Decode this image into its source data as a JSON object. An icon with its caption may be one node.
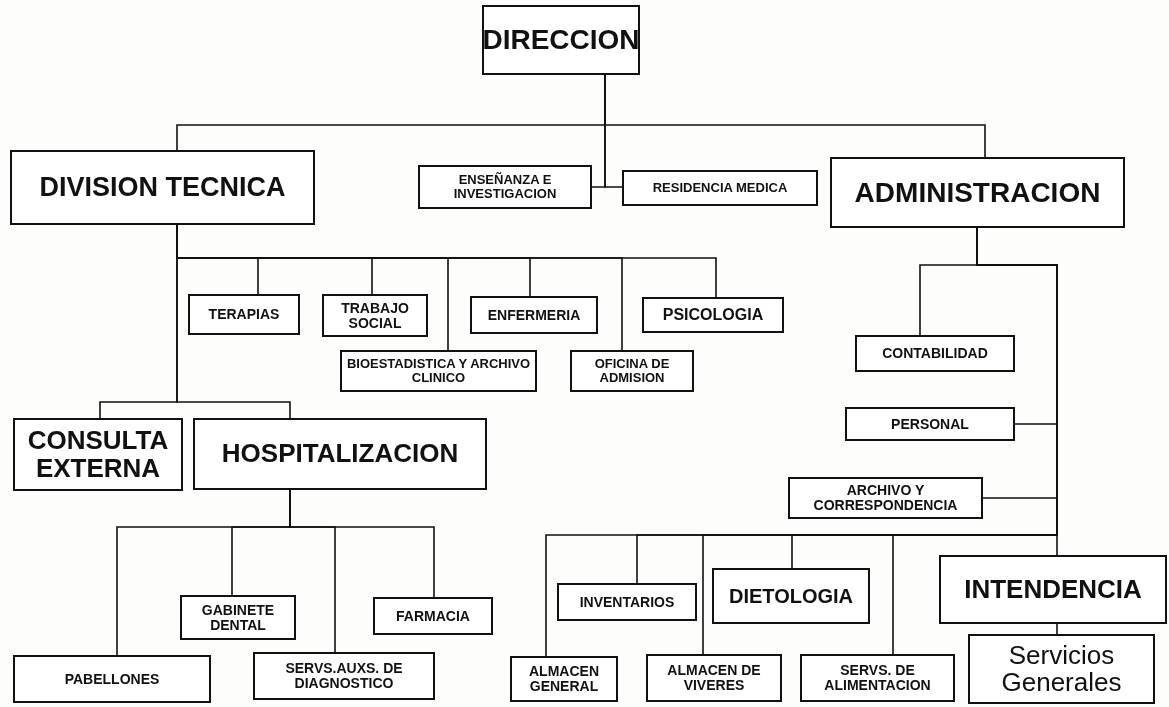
{
  "diagram": {
    "nodes": [
      {
        "text": [
          "DIRECCION"
        ]
      },
      {
        "text": [
          "DIVISION TECNICA"
        ]
      },
      {
        "text": [
          "ENSEÑANZA E INVESTIGACION"
        ]
      },
      {
        "text": [
          "RESIDENCIA MEDICA"
        ]
      },
      {
        "text": [
          "ADMINISTRACION"
        ]
      },
      {
        "text": [
          "TERAPIAS"
        ]
      },
      {
        "text": [
          "TRABAJO SOCIAL"
        ]
      },
      {
        "text": [
          "ENFERMERIA"
        ]
      },
      {
        "text": [
          "PSICOLOGIA"
        ]
      },
      {
        "text": [
          "BIOESTADISTICA Y ARCHIVO CLINICO"
        ]
      },
      {
        "text": [
          "OFICINA DE ADMISION"
        ]
      },
      {
        "text": [
          "CONTABILIDAD"
        ]
      },
      {
        "text": [
          "PERSONAL"
        ]
      },
      {
        "text": [
          "CONSULTA EXTERNA"
        ]
      },
      {
        "text": [
          "HOSPITALIZACION"
        ]
      },
      {
        "text": [
          "ARCHIVO Y CORRESPONDENCIA"
        ]
      },
      {
        "text": [
          "GABINETE DENTAL"
        ]
      },
      {
        "text": [
          "FARMACIA"
        ]
      },
      {
        "text": [
          "INVENTARIOS"
        ]
      },
      {
        "text": [
          "DIETOLOGIA"
        ]
      },
      {
        "text": [
          "INTENDENCIA"
        ]
      },
      {
        "text": [
          "PABELLONES"
        ]
      },
      {
        "text": [
          "SERVS.AUXS. DE DIAGNOSTICO"
        ]
      },
      {
        "text": [
          "ALMACEN GENERAL"
        ]
      },
      {
        "text": [
          "ALMACEN DE VIVERES"
        ]
      },
      {
        "text": [
          "SERVS. DE ALIMENTACION"
        ]
      },
      {
        "text": [
          "Servicios Generales"
        ]
      }
    ],
    "edges": [
      {
        "from": 0,
        "to": 1,
        "arrow": "none"
      },
      {
        "from": 0,
        "to": 2,
        "arrow": "none"
      },
      {
        "from": 0,
        "to": 3,
        "arrow": "none"
      },
      {
        "from": 0,
        "to": 4,
        "arrow": "none"
      },
      {
        "from": 1,
        "to": 5,
        "arrow": "none"
      },
      {
        "from": 1,
        "to": 6,
        "arrow": "none"
      },
      {
        "from": 1,
        "to": 9,
        "arrow": "none"
      },
      {
        "from": 1,
        "to": 7,
        "arrow": "none"
      },
      {
        "from": 1,
        "to": 10,
        "arrow": "none"
      },
      {
        "from": 1,
        "to": 8,
        "arrow": "none"
      },
      {
        "from": 1,
        "to": 13,
        "arrow": "none"
      },
      {
        "from": 1,
        "to": 14,
        "arrow": "none"
      },
      {
        "from": 4,
        "to": 11,
        "arrow": "none"
      },
      {
        "from": 4,
        "to": 12,
        "arrow": "none"
      },
      {
        "from": 4,
        "to": 15,
        "arrow": "none"
      },
      {
        "from": 4,
        "to": 20,
        "arrow": "none"
      },
      {
        "from": 4,
        "to": 23,
        "arrow": "none"
      },
      {
        "from": 4,
        "to": 18,
        "arrow": "none"
      },
      {
        "from": 4,
        "to": 24,
        "arrow": "none"
      },
      {
        "from": 4,
        "to": 19,
        "arrow": "none"
      },
      {
        "from": 4,
        "to": 25,
        "arrow": "none"
      },
      {
        "from": 14,
        "to": 21,
        "arrow": "none"
      },
      {
        "from": 14,
        "to": 16,
        "arrow": "none"
      },
      {
        "from": 14,
        "to": 22,
        "arrow": "none"
      },
      {
        "from": 14,
        "to": 17,
        "arrow": "none"
      },
      {
        "from": 20,
        "to": 26,
        "arrow": "none"
      }
    ]
  }
}
